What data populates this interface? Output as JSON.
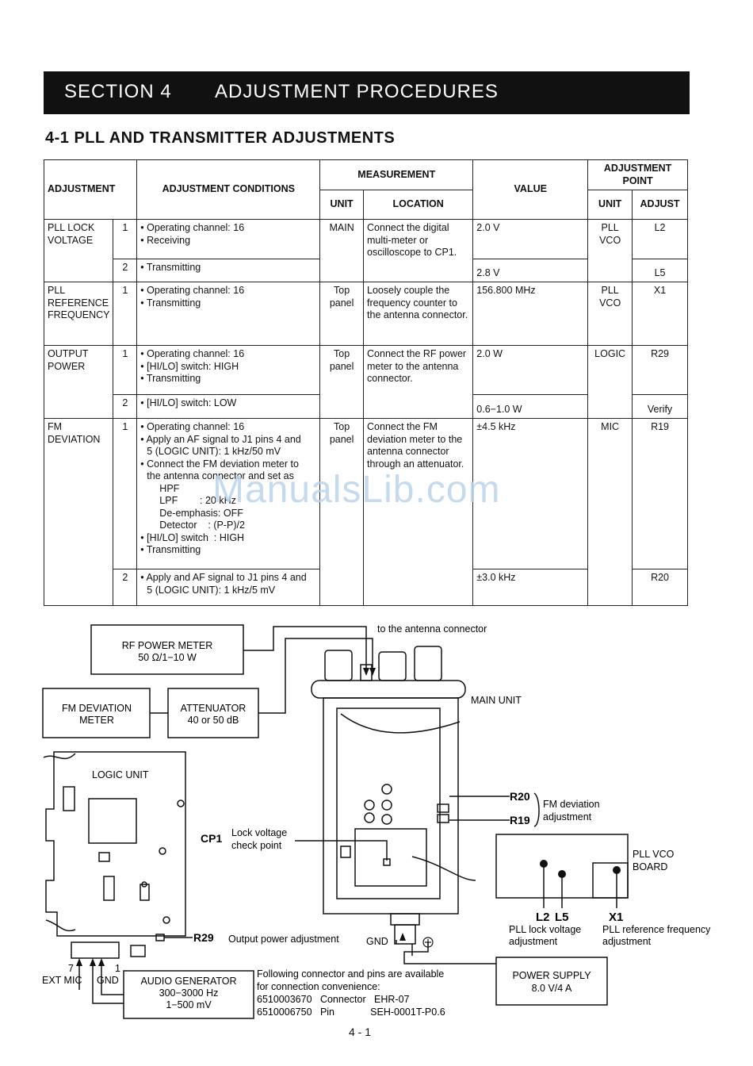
{
  "header": {
    "section": "SECTION 4",
    "title": "ADJUSTMENT PROCEDURES"
  },
  "subsection": "4-1 PLL AND TRANSMITTER ADJUSTMENTS",
  "table": {
    "headers": {
      "adjustment": "ADJUSTMENT",
      "conditions": "ADJUSTMENT CONDITIONS",
      "measurement": "MEASUREMENT",
      "unit": "UNIT",
      "location": "LOCATION",
      "value": "VALUE",
      "adj_point": "ADJUSTMENT POINT",
      "adjust": "ADJUST"
    },
    "rows": [
      {
        "name": "PLL LOCK VOLTAGE",
        "num1": "1",
        "cond1": [
          "• Operating channel: 16",
          "• Receiving"
        ],
        "unit": "MAIN",
        "location": "Connect the digital multi-meter or oscilloscope to CP1.",
        "value1": "2.0 V",
        "point_unit": "PLL VCO",
        "adjust1": "L2",
        "num2": "2",
        "cond2": [
          "• Transmitting"
        ],
        "value2": "2.8 V",
        "adjust2": "L5"
      },
      {
        "name": "PLL REFERENCE FREQUENCY",
        "num1": "1",
        "cond1": [
          "• Operating channel: 16",
          "• Transmitting"
        ],
        "unit": "Top panel",
        "location": "Loosely couple the frequency counter to the antenna connector.",
        "value1": "156.800 MHz",
        "point_unit": "PLL VCO",
        "adjust1": "X1"
      },
      {
        "name": "OUTPUT POWER",
        "num1": "1",
        "cond1": [
          "• Operating channel: 16",
          "• [HI/LO] switch: HIGH",
          "• Transmitting"
        ],
        "unit": "Top panel",
        "location": "Connect the RF power meter to the antenna connector.",
        "value1": "2.0 W",
        "point_unit": "LOGIC",
        "adjust1": "R29",
        "num2": "2",
        "cond2": [
          "• [HI/LO] switch: LOW"
        ],
        "value2": "0.6−1.0 W",
        "adjust2": "Verify"
      },
      {
        "name": "FM DEVIATION",
        "num1": "1",
        "cond1a": [
          "• Operating channel: 16",
          "• Apply an AF signal to J1 pins 4 and",
          "5 (LOGIC UNIT): 1 kHz/50 mV",
          "• Connect the FM deviation meter to",
          "the antenna connector and set as"
        ],
        "cond1b": [
          "HPF",
          "LPF        : 20 kHz",
          "De-emphasis: OFF",
          "Detector    : (P-P)/2"
        ],
        "cond1c": [
          "• [HI/LO] switch  : HIGH",
          "• Transmitting"
        ],
        "unit": "Top panel",
        "location": "Connect the FM deviation meter to the antenna connector through an attenuator.",
        "value1": "±4.5 kHz",
        "point_unit": "MIC",
        "adjust1": "R19",
        "num2": "2",
        "cond2": [
          "• Apply and AF signal to J1 pins 4 and",
          "5 (LOGIC UNIT): 1 kHz/5 mV"
        ],
        "value2": "±3.0 kHz",
        "adjust2": "R20"
      }
    ]
  },
  "diagram": {
    "rf_meter": [
      "RF POWER METER",
      "50 Ω/1−10 W"
    ],
    "to_antenna": "to the antenna connector",
    "fm_meter": [
      "FM DEVIATION",
      "METER"
    ],
    "attenuator": [
      "ATTENUATOR",
      "40 or 50 dB"
    ],
    "main_unit": "MAIN UNIT",
    "logic_unit": "LOGIC UNIT",
    "cp1": "CP1",
    "lock_check": [
      "Lock voltage",
      "check point"
    ],
    "r20": "R20",
    "r19": "R19",
    "fm_dev_adj": [
      "FM deviation",
      "adjustment"
    ],
    "pll_vco_board": [
      "PLL VCO",
      "BOARD"
    ],
    "l2": "L2",
    "l5": "L5",
    "x1": "X1",
    "pll_lock_adj": [
      "PLL lock voltage",
      "adjustment"
    ],
    "pll_ref_adj": [
      "PLL reference frequency",
      "adjustment"
    ],
    "r29": "R29",
    "output_power_adj": "Output power adjustment",
    "gnd": "GND",
    "ext_mic": "EXT MIC",
    "gnd2": "GND",
    "pin7": "7",
    "pin1": "1",
    "audio_gen": [
      "AUDIO GENERATOR",
      "300−3000 Hz",
      "1−500 mV"
    ],
    "connector_note": [
      "Following connector and pins are available",
      "for connection convenience:",
      "6510003670   Connector   EHR-07",
      "6510006750   Pin             SEH-0001T-P0.6"
    ],
    "power_supply": [
      "POWER SUPPLY",
      "8.0 V/4 A"
    ]
  },
  "watermark": "ManualsLib.com",
  "page_number": "4 - 1"
}
